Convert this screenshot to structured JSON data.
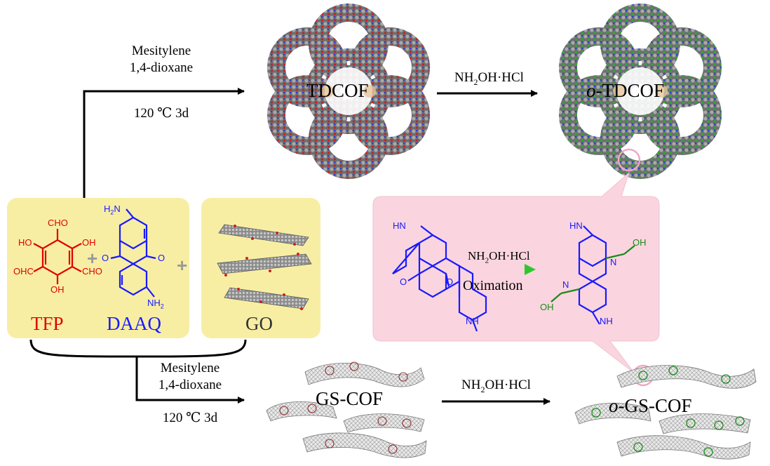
{
  "top_route": {
    "solvent_1": "Mesitylene",
    "solvent_2": "1,4-dioxane",
    "conditions": "120 ℃  3d",
    "product": "TDCOF",
    "reagent": "NH",
    "reagent_sub": "2",
    "reagent_rest": "OH·HCl",
    "oxime_product_prefix": "o",
    "oxime_product_name": "-TDCOF"
  },
  "bottom_route": {
    "solvent_1": "Mesitylene",
    "solvent_2": "1,4-dioxane",
    "conditions": "120 ℃  3d",
    "product": "GS-COF",
    "reagent": "NH",
    "reagent_sub": "2",
    "reagent_rest": "OH·HCl",
    "oxime_product_prefix": "o",
    "oxime_product_name": "-GS-COF"
  },
  "monomers": {
    "tfp_label": "TFP",
    "daaq_label": "DAAQ",
    "go_label": "GO",
    "tfp_groups": {
      "cho_top": "CHO",
      "oh_left": "HO",
      "oh_right": "OH",
      "cho_left": "OHC",
      "cho_right": "CHO",
      "oh_bottom": "OH"
    },
    "daaq_groups": {
      "nh2_top": "H2N",
      "o_left": "O",
      "o_right": "O",
      "nh2_bottom": "NH2"
    }
  },
  "inset": {
    "reagent": "NH",
    "reagent_sub": "2",
    "reagent_rest": "OH·HCl",
    "reaction": "Oximation",
    "left_groups": {
      "hn_top": "HN",
      "o_left": "O",
      "o_right": "O",
      "nh_bottom": "NH"
    },
    "right_groups": {
      "hn_top": "HN",
      "n_right": "N",
      "oh_right": "OH",
      "n_left": "N",
      "oh_left": "OH",
      "nh_bottom": "NH"
    }
  },
  "colors": {
    "tfp": "#e00000",
    "daaq": "#1a1aff",
    "oxime": "#1a8a1a",
    "monomer_box": "#f7eea4",
    "inset_box": "#fad5df",
    "inset_border": "#e8a8bd",
    "arrow": "#000000"
  }
}
